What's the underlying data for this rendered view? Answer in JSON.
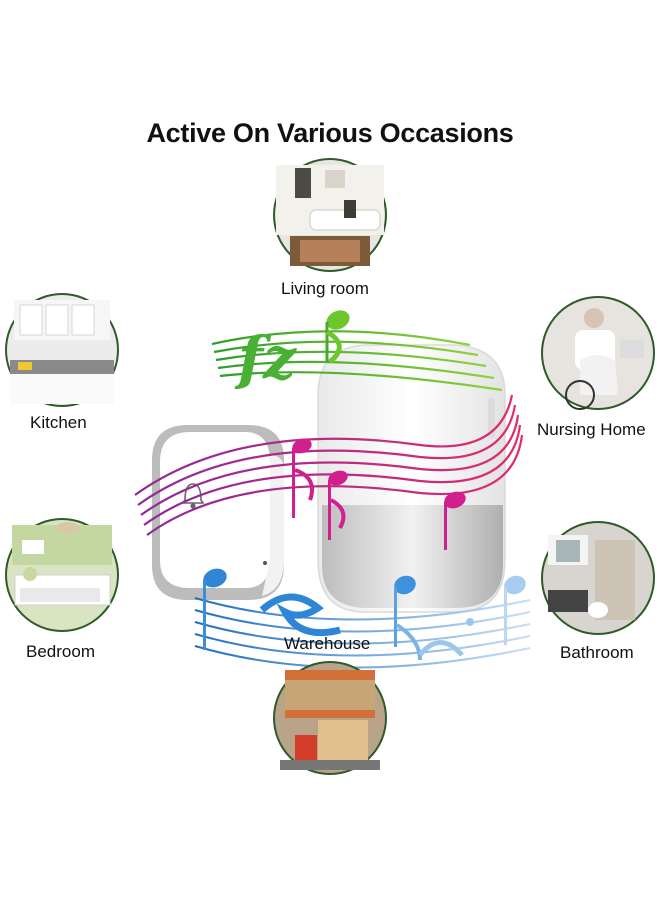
{
  "title": "Active On Various Occasions",
  "occasions": {
    "living_room": "Living room",
    "kitchen": "Kitchen",
    "nursing_home": "Nursing Home",
    "bedroom": "Bedroom",
    "bathroom": "Bathroom",
    "warehouse": "Warehouse"
  },
  "colors": {
    "circle_border": "#2f5a2a",
    "note_green": "#5fbf2a",
    "note_magenta": "#c8208e",
    "note_blue": "#2f86d6",
    "device_white": "#f4f4f4",
    "device_gray": "#b9b9b9"
  }
}
